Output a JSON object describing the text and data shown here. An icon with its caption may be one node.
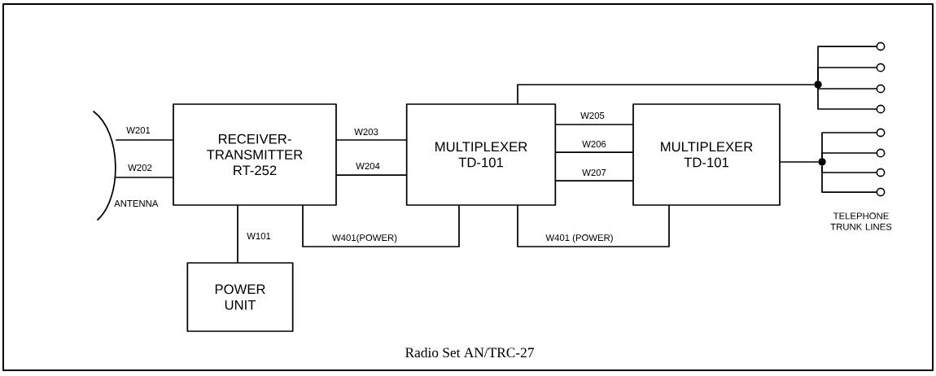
{
  "diagram": {
    "caption": "Radio Set AN/TRC-27",
    "nodes": [
      {
        "text": [],
        "shape": "antenna",
        "beside": [
          "ANTENNA"
        ]
      },
      {
        "text": [
          "RECEIVER- TRANSMITTER RT-252"
        ]
      },
      {
        "text": [
          "MULTIPLEXER TD-101"
        ]
      },
      {
        "text": [
          "MULTIPLEXER TD-101"
        ]
      },
      {
        "text": [
          "POWER UNIT"
        ]
      },
      {
        "text": [],
        "shape": "circle"
      },
      {
        "text": [],
        "shape": "circle"
      },
      {
        "text": [],
        "shape": "circle"
      },
      {
        "text": [],
        "shape": "circle"
      },
      {
        "text": [],
        "shape": "circle"
      },
      {
        "text": [],
        "shape": "circle"
      },
      {
        "text": [],
        "shape": "circle"
      },
      {
        "text": [],
        "shape": "circle"
      },
      {
        "text": [],
        "shape": "circle"
      },
      {
        "text": [],
        "shape": "circle"
      }
    ],
    "edges": [
      {
        "from": 0,
        "to": 1,
        "arrow": "none",
        "label": "W201"
      },
      {
        "from": 0,
        "to": 1,
        "arrow": "none",
        "label": "W202"
      },
      {
        "from": 1,
        "to": 2,
        "arrow": "none",
        "label": "W203"
      },
      {
        "from": 1,
        "to": 2,
        "arrow": "none",
        "label": "W204"
      },
      {
        "from": 2,
        "to": 3,
        "arrow": "none",
        "label": "W205"
      },
      {
        "from": 2,
        "to": 3,
        "arrow": "none",
        "label": "W206"
      },
      {
        "from": 2,
        "to": 3,
        "arrow": "none",
        "label": "W207"
      },
      {
        "from": 1,
        "to": 4,
        "arrow": "none",
        "label": "W101"
      },
      {
        "from": 1,
        "to": 2,
        "arrow": "none",
        "label": "W401(POWER)"
      },
      {
        "from": 2,
        "to": 3,
        "arrow": "none",
        "label": "W401 (POWER)"
      },
      {
        "from": 2,
        "to": 5,
        "arrow": "none"
      },
      {
        "from": 3,
        "to": 6,
        "arrow": "none"
      },
      {
        "from": 5,
        "to": 7,
        "arrow": "none"
      },
      {
        "from": 5,
        "to": 8,
        "arrow": "none"
      },
      {
        "from": 5,
        "to": 9,
        "arrow": "none"
      },
      {
        "from": 5,
        "to": 10,
        "arrow": "none"
      },
      {
        "from": 6,
        "to": 11,
        "arrow": "none"
      },
      {
        "from": 6,
        "to": 12,
        "arrow": "none"
      },
      {
        "from": 6,
        "to": 13,
        "arrow": "none"
      },
      {
        "from": 6,
        "to": 14,
        "arrow": "none"
      }
    ],
    "labels": [
      "TELEPHONE TRUNK LINES"
    ]
  }
}
